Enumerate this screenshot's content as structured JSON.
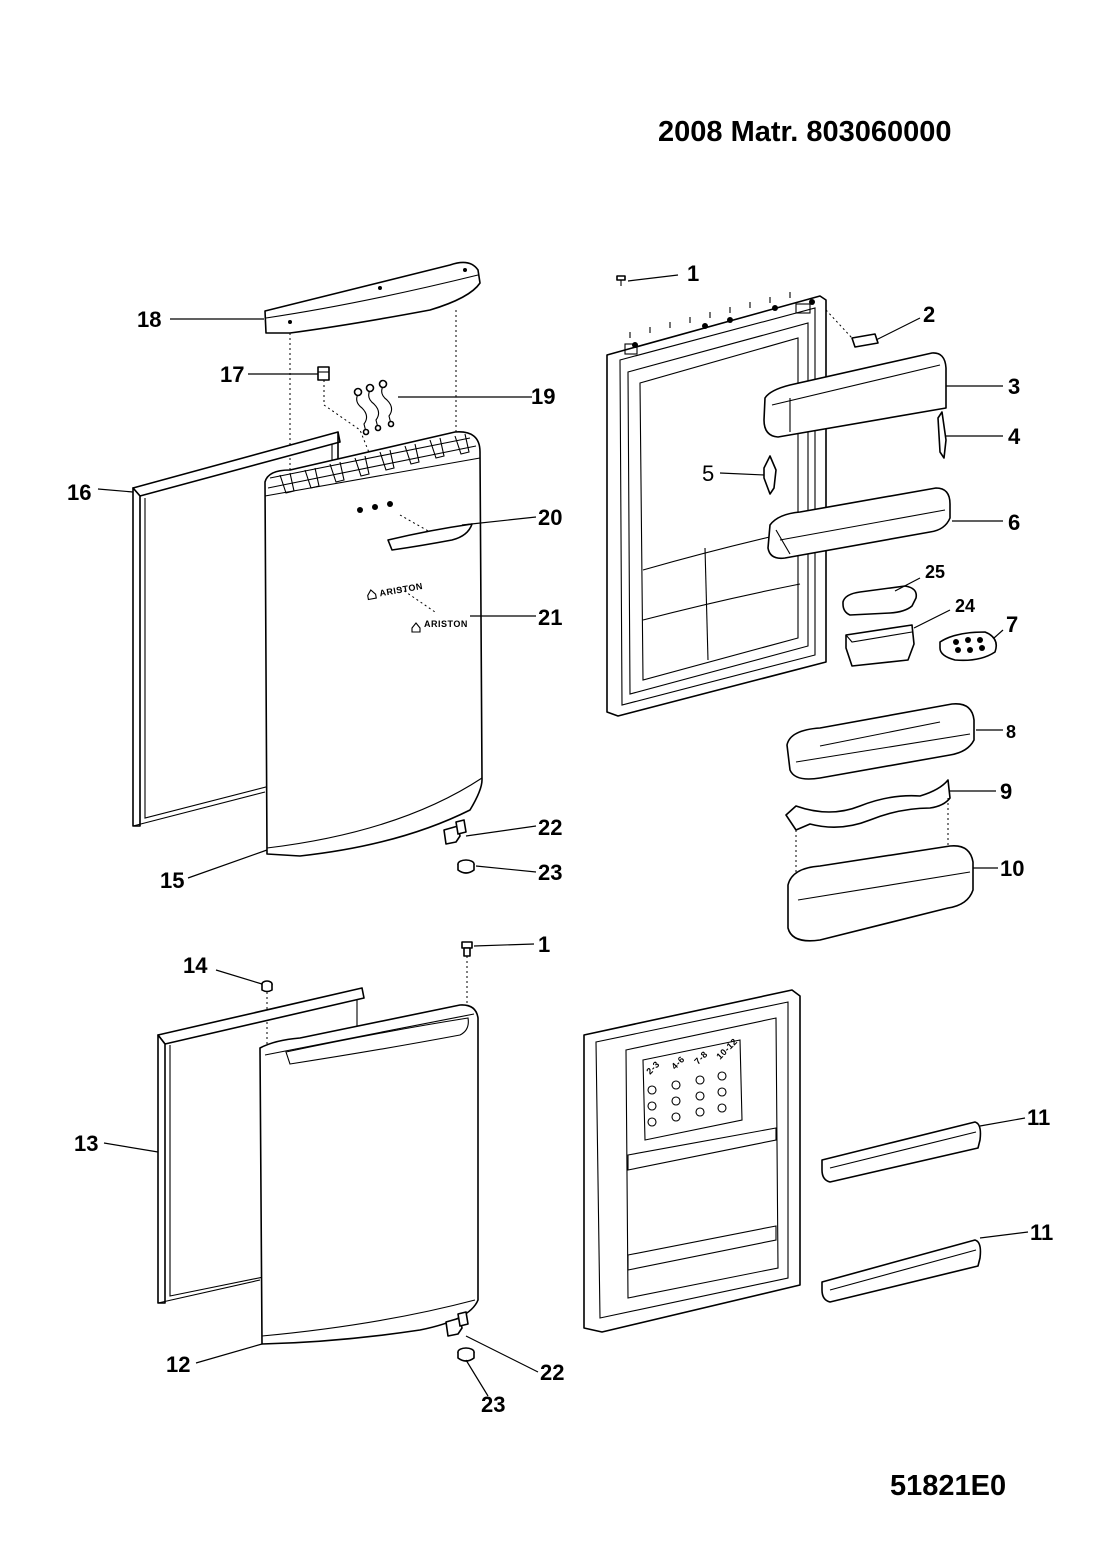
{
  "header": {
    "title": "2008  Matr. 803060000",
    "doc_number": "51821E0"
  },
  "door_logo": {
    "brand_text": "ARISTON"
  },
  "parts_labels": {
    "p1_top": "1",
    "p2": "2",
    "p3": "3",
    "p4": "4",
    "p5": "5",
    "p6": "6",
    "p7": "7",
    "p8": "8",
    "p9": "9",
    "p10": "10",
    "p11_upper": "11",
    "p11_lower": "11",
    "p12": "12",
    "p13": "13",
    "p14": "14",
    "p15": "15",
    "p16": "16",
    "p17": "17",
    "p18": "18",
    "p19": "19",
    "p20": "20",
    "p21": "21",
    "p22_upper": "22",
    "p22_lower": "22",
    "p23_upper": "23",
    "p23_lower": "23",
    "p24": "24",
    "p25": "25",
    "p1_lower": "1"
  },
  "freezer_chart": {
    "months_labels": [
      "2-3",
      "4-6",
      "7-8",
      "10-12"
    ]
  }
}
